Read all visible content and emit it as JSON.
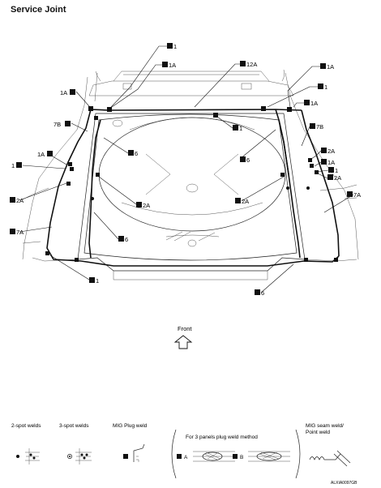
{
  "title": "Service Joint",
  "image_code": "ALXIA0097GB",
  "front_label": "Front",
  "callouts": [
    "1",
    "1A",
    "12A",
    "1A",
    "1",
    "1A",
    "1A",
    "1",
    "7B",
    "6",
    "6",
    "7B",
    "1A",
    "2A",
    "1A",
    "1",
    "1",
    "2A",
    "2A",
    "2A",
    "2A",
    "7A",
    "7A",
    "6",
    "1",
    "6"
  ],
  "legend": {
    "two_spot": "2-spot welds",
    "three_spot": "3-spot welds",
    "mig_plug": "MIG Plug weld",
    "three_panels": "For 3 panels plug weld method",
    "method_a": "A",
    "method_b": "B",
    "mig_seam_line1": "MIG seam weld/",
    "mig_seam_line2": "Point weld"
  }
}
